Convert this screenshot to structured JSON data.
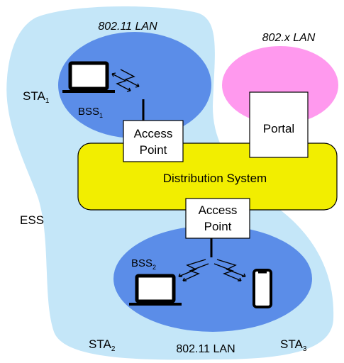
{
  "diagram": {
    "ess": {
      "label": "ESS",
      "top_lan_label": "802.11 LAN",
      "bottom_lan_label": "802.11 LAN"
    },
    "other_lan": {
      "label": "802.x LAN"
    },
    "portal": {
      "label": "Portal"
    },
    "distribution_system": {
      "label": "Distribution System"
    },
    "access_point_top": {
      "line1": "Access",
      "line2": "Point"
    },
    "access_point_bottom": {
      "line1": "Access",
      "line2": "Point"
    },
    "bss1": {
      "name": "BSS",
      "sub": "1"
    },
    "bss2": {
      "name": "BSS",
      "sub": "2"
    },
    "sta1": {
      "name": "STA",
      "sub": "1"
    },
    "sta2": {
      "name": "STA",
      "sub": "2"
    },
    "sta3": {
      "name": "STA",
      "sub": "3"
    },
    "colors": {
      "ess_fill": "#c4e6f8",
      "bss_fill": "#5b8de8",
      "lan_fill": "#ff99ee",
      "ds_fill": "#f2ee00",
      "box_fill": "#ffffff"
    }
  }
}
